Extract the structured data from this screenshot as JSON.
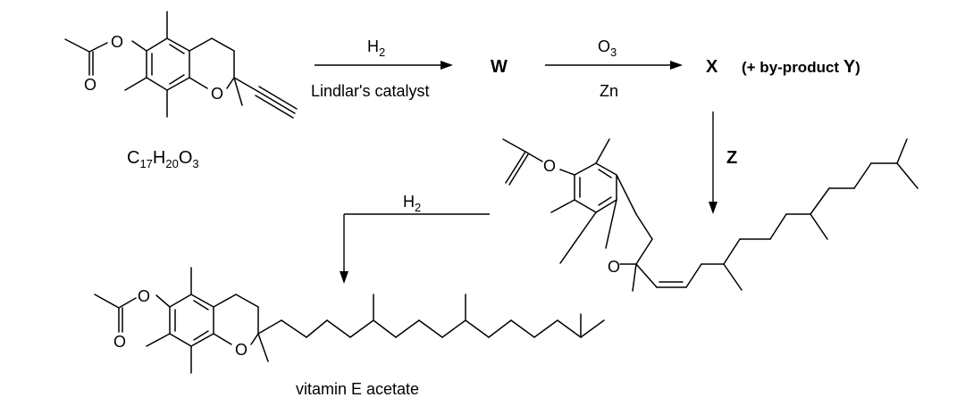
{
  "atoms": {
    "oxygen": "O",
    "carbon": "C",
    "hydrogen": "H",
    "two": "2",
    "three": "3",
    "n17": "17",
    "n20": "20"
  },
  "step1": {
    "reagent_top": "H",
    "reagent_top_sub": "2",
    "reagent_bottom": "Lindlar's catalyst"
  },
  "step2": {
    "reagent_top": "O",
    "reagent_top_sub": "3",
    "reagent_bottom": "Zn"
  },
  "step3": {
    "reagent": "Z"
  },
  "step4": {
    "reagent": "H",
    "reagent_sub": "2"
  },
  "labels": {
    "W": "W",
    "X": "X",
    "byproduct_prefix": "(+ by-product ",
    "Y": "Y",
    "byproduct_suffix": ")",
    "product_name": "vitamin E acetate"
  }
}
